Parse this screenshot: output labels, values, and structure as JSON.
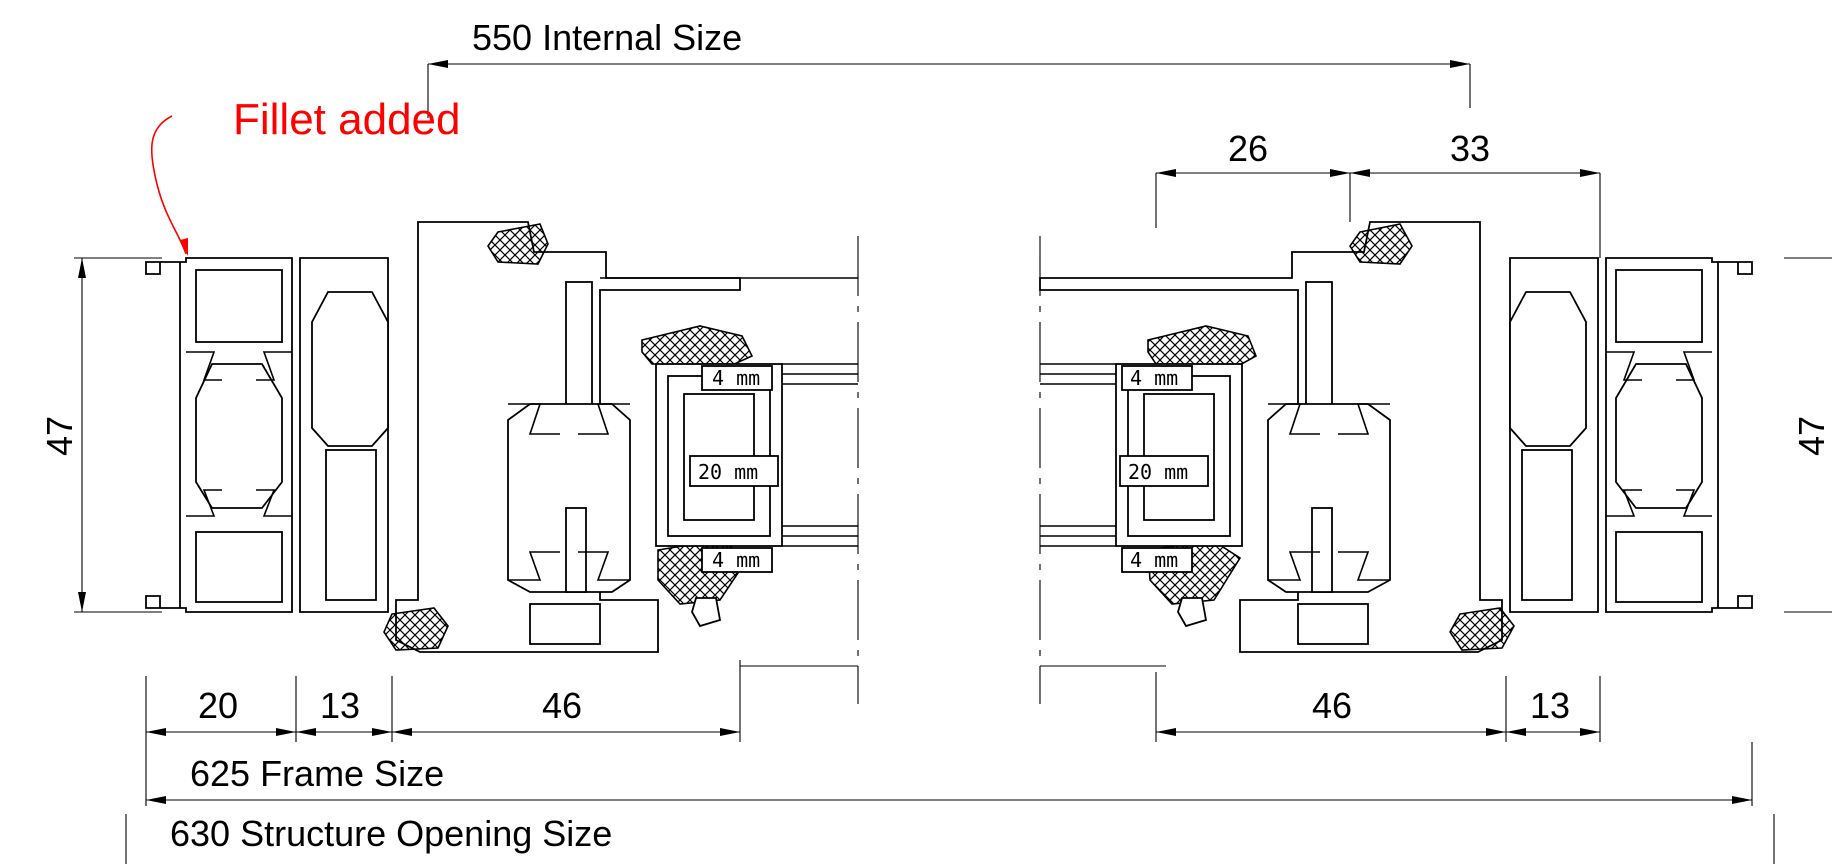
{
  "dimensions": {
    "internal": "550 Internal Size",
    "frame": "625 Frame Size",
    "opening": "630 Structure Opening Size",
    "height_left": "47",
    "height_right": "47",
    "left_outer": "20",
    "left_mid": "13",
    "left_sash": "46",
    "right_sash": "46",
    "right_mid": "13",
    "top_a": "26",
    "top_b": "33"
  },
  "annotation": {
    "text": "Fillet added",
    "color": "#ff0000"
  },
  "glass_tags": {
    "left_top": "4 mm",
    "left_mid": "20 mm",
    "left_bottom": "4 mm",
    "right_top": "4 mm",
    "right_mid": "20 mm",
    "right_bottom": "4 mm"
  }
}
